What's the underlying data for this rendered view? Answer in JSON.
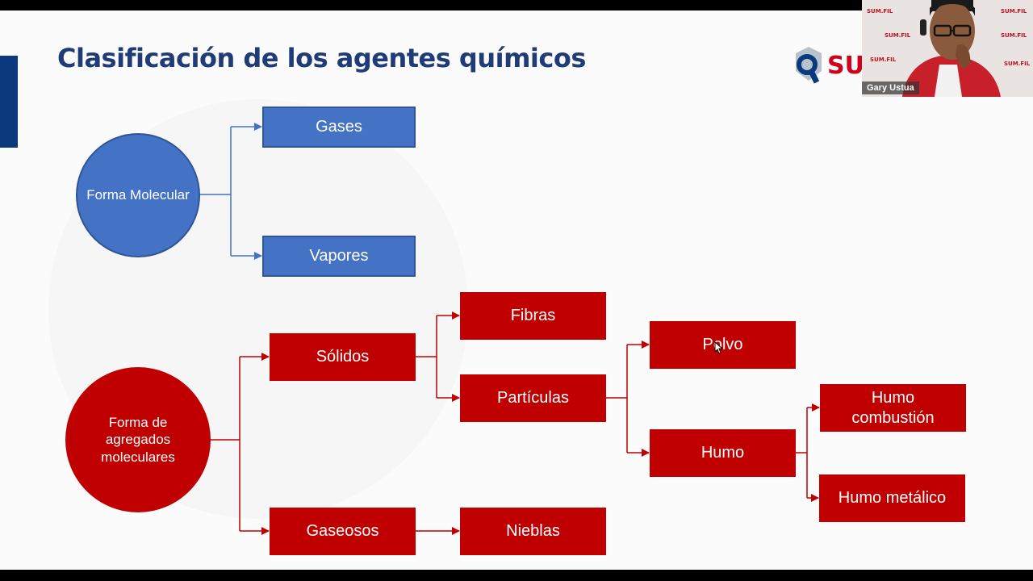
{
  "slide": {
    "title": "Clasificación de los agentes químicos"
  },
  "diagram": {
    "forma_molecular": "Forma Molecular",
    "gases": "Gases",
    "vapores": "Vapores",
    "forma_agregados": "Forma de agregados moleculares",
    "solidos": "Sólidos",
    "gaseosos": "Gaseosos",
    "fibras": "Fibras",
    "particulas": "Partículas",
    "nieblas": "Nieblas",
    "polvo": "Polvo",
    "humo": "Humo",
    "humo_combustion": "Humo combustión",
    "humo_metalico": "Humo metálico"
  },
  "logo": {
    "text": "SU"
  },
  "webcam": {
    "participant_name": "Gary Ustua",
    "watermark_text": "SUM.FIL"
  },
  "colors": {
    "blue_fill": "#4472c4",
    "blue_border": "#2f5597",
    "red_fill": "#c00000",
    "title": "#1f3b78"
  }
}
